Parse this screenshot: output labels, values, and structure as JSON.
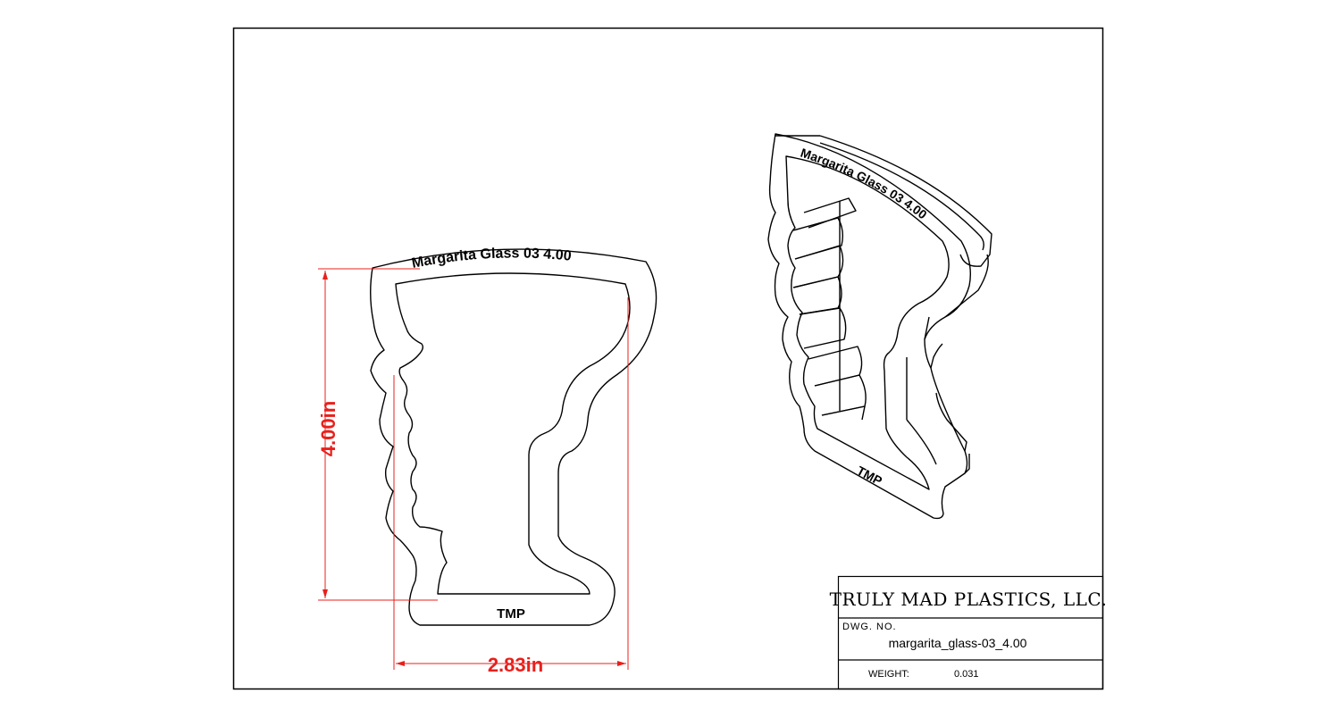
{
  "colors": {
    "line": "#000000",
    "dimension": "#e8201c",
    "background": "#ffffff"
  },
  "front_view": {
    "engraving_top": "Margarita Glass 03  4.00",
    "engraving_bottom": "TMP"
  },
  "iso_view": {
    "engraving_top": "Margarita Glass 03  4.00",
    "engraving_bottom": "TMP"
  },
  "dimensions": {
    "height_label": "4.00in",
    "width_label": "2.83in"
  },
  "title_block": {
    "company": "TRULY MAD PLASTICS, LLC.",
    "dwg_no_label": "DWG. NO.",
    "dwg_no_value": "margarita_glass-03_4.00",
    "weight_label": "WEIGHT:",
    "weight_value": "0.031"
  }
}
